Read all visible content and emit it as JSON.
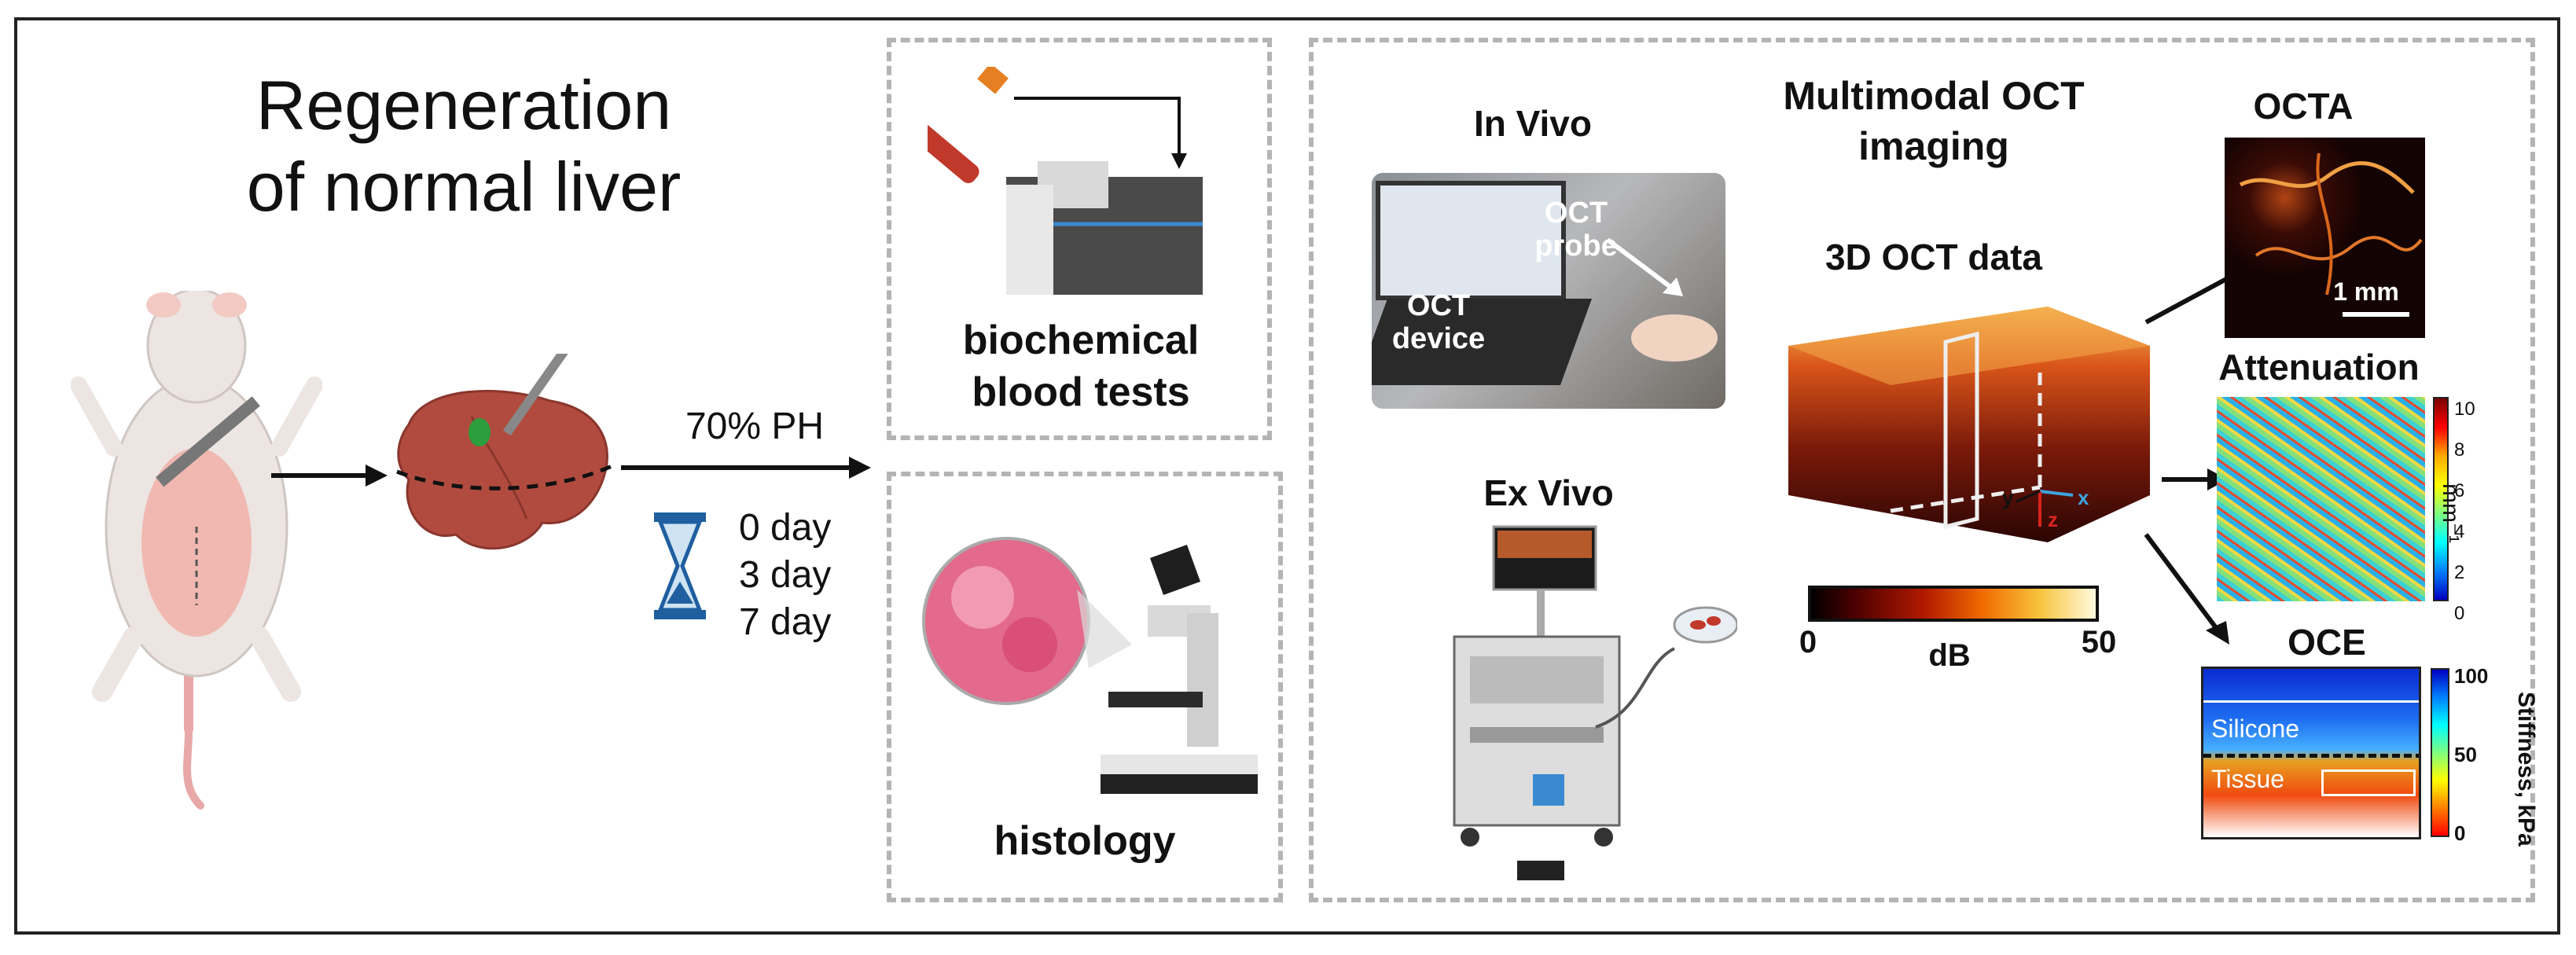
{
  "figure": {
    "title_line1": "Regeneration",
    "title_line2": "of normal liver",
    "procedure": {
      "label": "70% PH",
      "timepoints": [
        "0 day",
        "3 day",
        "7 day"
      ]
    },
    "assays": {
      "blood": "biochemical blood tests",
      "blood_line1": "biochemical",
      "blood_line2": "blood tests",
      "histology": "histology"
    },
    "imaging": {
      "heading_line1": "Multimodal OCT",
      "heading_line2": "imaging",
      "in_vivo": "In Vivo",
      "ex_vivo": "Ex Vivo",
      "oct_probe_line1": "OCT",
      "oct_probe_line2": "probe",
      "oct_device_line1": "OCT",
      "oct_device_line2": "device",
      "data_label": "3D OCT data",
      "axes": {
        "x": "x",
        "y": "y",
        "z": "z"
      },
      "colorbar": {
        "min": "0",
        "max": "50",
        "unit": "dB"
      }
    },
    "outputs": {
      "octa": {
        "title": "OCTA",
        "scalebar": "1 mm"
      },
      "attenuation": {
        "title": "Attenuation",
        "ticks": [
          "10",
          "8",
          "6",
          "4",
          "2",
          "0"
        ],
        "unit": "mm⁻¹"
      },
      "oce": {
        "title": "OCE",
        "layer_top": "Silicone",
        "layer_bottom": "Tissue",
        "ticks": [
          "100",
          "50",
          "0"
        ],
        "unit": "Stiffness, kPa"
      }
    }
  }
}
